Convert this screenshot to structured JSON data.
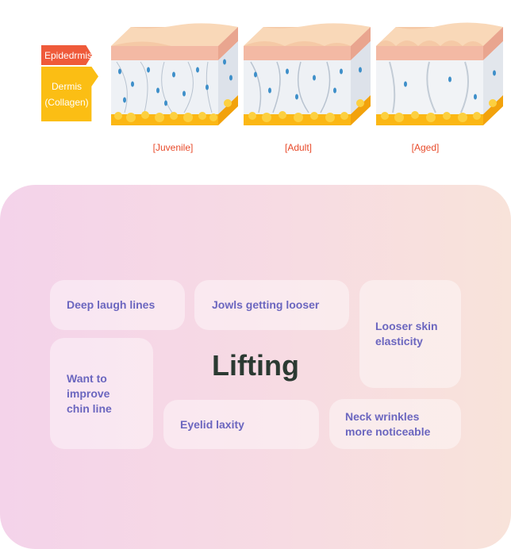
{
  "diagram": {
    "layer_labels": {
      "epidermis": "Epidedrmis",
      "dermis_line1": "Dermis",
      "dermis_line2": "(Collagen)"
    },
    "stages": [
      {
        "label": "[Juvenile]"
      },
      {
        "label": "[Adult]"
      },
      {
        "label": "[Aged]"
      }
    ],
    "colors": {
      "epidermis_tag": "#ef5a3a",
      "dermis_tag": "#fbbe14",
      "stage_label": "#e84a2a"
    }
  },
  "panel": {
    "title": "Lifting",
    "concerns": [
      {
        "text": "Deep laugh lines"
      },
      {
        "text": "Jowls getting looser"
      },
      {
        "text": "Looser skin elasticity"
      },
      {
        "text": "Want to improve chin line"
      },
      {
        "text": "Eyelid laxity"
      },
      {
        "text": "Neck wrinkles more noticeable"
      }
    ],
    "colors": {
      "card_text": "#6b66bf",
      "title": "#2b3a32"
    }
  }
}
